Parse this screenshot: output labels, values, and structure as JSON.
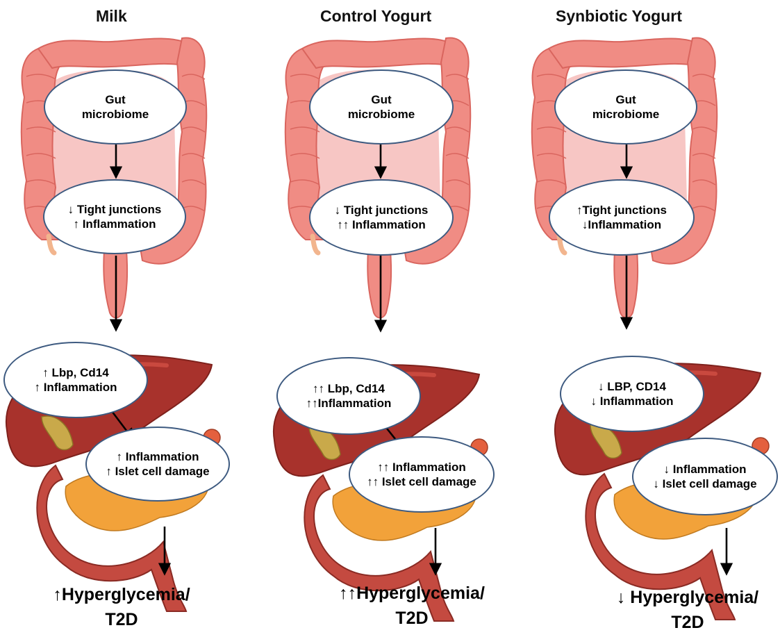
{
  "columns": [
    {
      "title": "Milk",
      "gut_oval": [
        "Gut",
        "microbiome"
      ],
      "barrier_oval": [
        "↓ Tight junctions",
        "↑ Inflammation"
      ],
      "liver_oval": [
        "↑ Lbp, Cd14",
        "↑ Inflammation"
      ],
      "pancreas_oval": [
        "↑ Inflammation",
        "↑ Islet cell damage"
      ],
      "outcome": [
        "↑Hyperglycemia/",
        "T2D"
      ]
    },
    {
      "title": "Control Yogurt",
      "gut_oval": [
        "Gut",
        "microbiome"
      ],
      "barrier_oval": [
        "↓ Tight junctions",
        "↑↑ Inflammation"
      ],
      "liver_oval": [
        "↑↑ Lbp, Cd14",
        "↑↑Inflammation"
      ],
      "pancreas_oval": [
        "↑↑ Inflammation",
        "↑↑ Islet cell damage"
      ],
      "outcome": [
        "↑↑Hyperglycemia/",
        "T2D"
      ]
    },
    {
      "title": "Synbiotic Yogurt",
      "gut_oval": [
        "Gut",
        "microbiome"
      ],
      "barrier_oval": [
        "↑Tight junctions",
        "↓Inflammation"
      ],
      "liver_oval": [
        "↓ LBP, CD14",
        "↓ Inflammation"
      ],
      "pancreas_oval": [
        "↓ Inflammation",
        "↓ Islet cell damage"
      ],
      "outcome": [
        "↓ Hyperglycemia/",
        "T2D"
      ]
    }
  ],
  "illustrations": [
    "colon-illustration",
    "liver-illustration",
    "pancreas-illustration"
  ],
  "colors": {
    "colon": "#f08c84",
    "colon_dark": "#d9655e",
    "colon_inner": "#f7c6c4",
    "liver": "#a8322c",
    "liver_light": "#c9493f",
    "pancreas": "#f2a23a",
    "duodenum": "#c44a40",
    "gallbladder": "#c9a94a",
    "oval_border": "#3d5a80",
    "arrow": "#000000"
  }
}
